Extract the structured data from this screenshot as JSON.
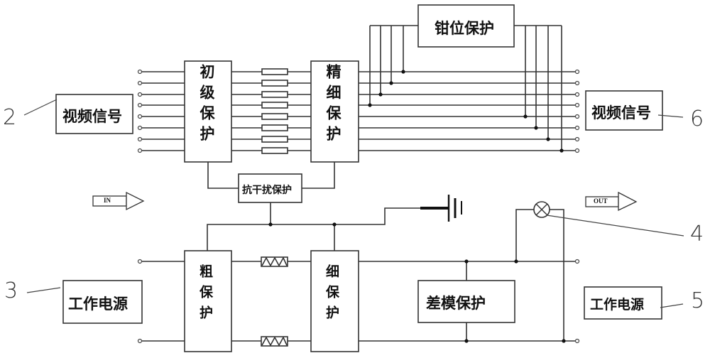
{
  "diagram": {
    "type": "circuit-block-diagram",
    "video_section": {
      "input_label": "视频信号",
      "output_label": "视频信号",
      "primary_protection": "初级保护",
      "fine_protection": "精细保护",
      "clamp_protection": "钳位保护",
      "anti_interference": "抗干扰保护",
      "signal_line_count": 8
    },
    "power_section": {
      "input_label": "工作电源",
      "output_label": "工作电源",
      "coarse_protection": "粗保护",
      "fine_protection": "细保护",
      "differential_protection": "差模保护"
    },
    "arrows": {
      "in_label": "IN",
      "out_label": "OUT"
    },
    "reference_numbers": {
      "video_in": "2",
      "power_in": "3",
      "indicator_lamp": "4",
      "power_out": "5",
      "video_out": "6"
    }
  }
}
